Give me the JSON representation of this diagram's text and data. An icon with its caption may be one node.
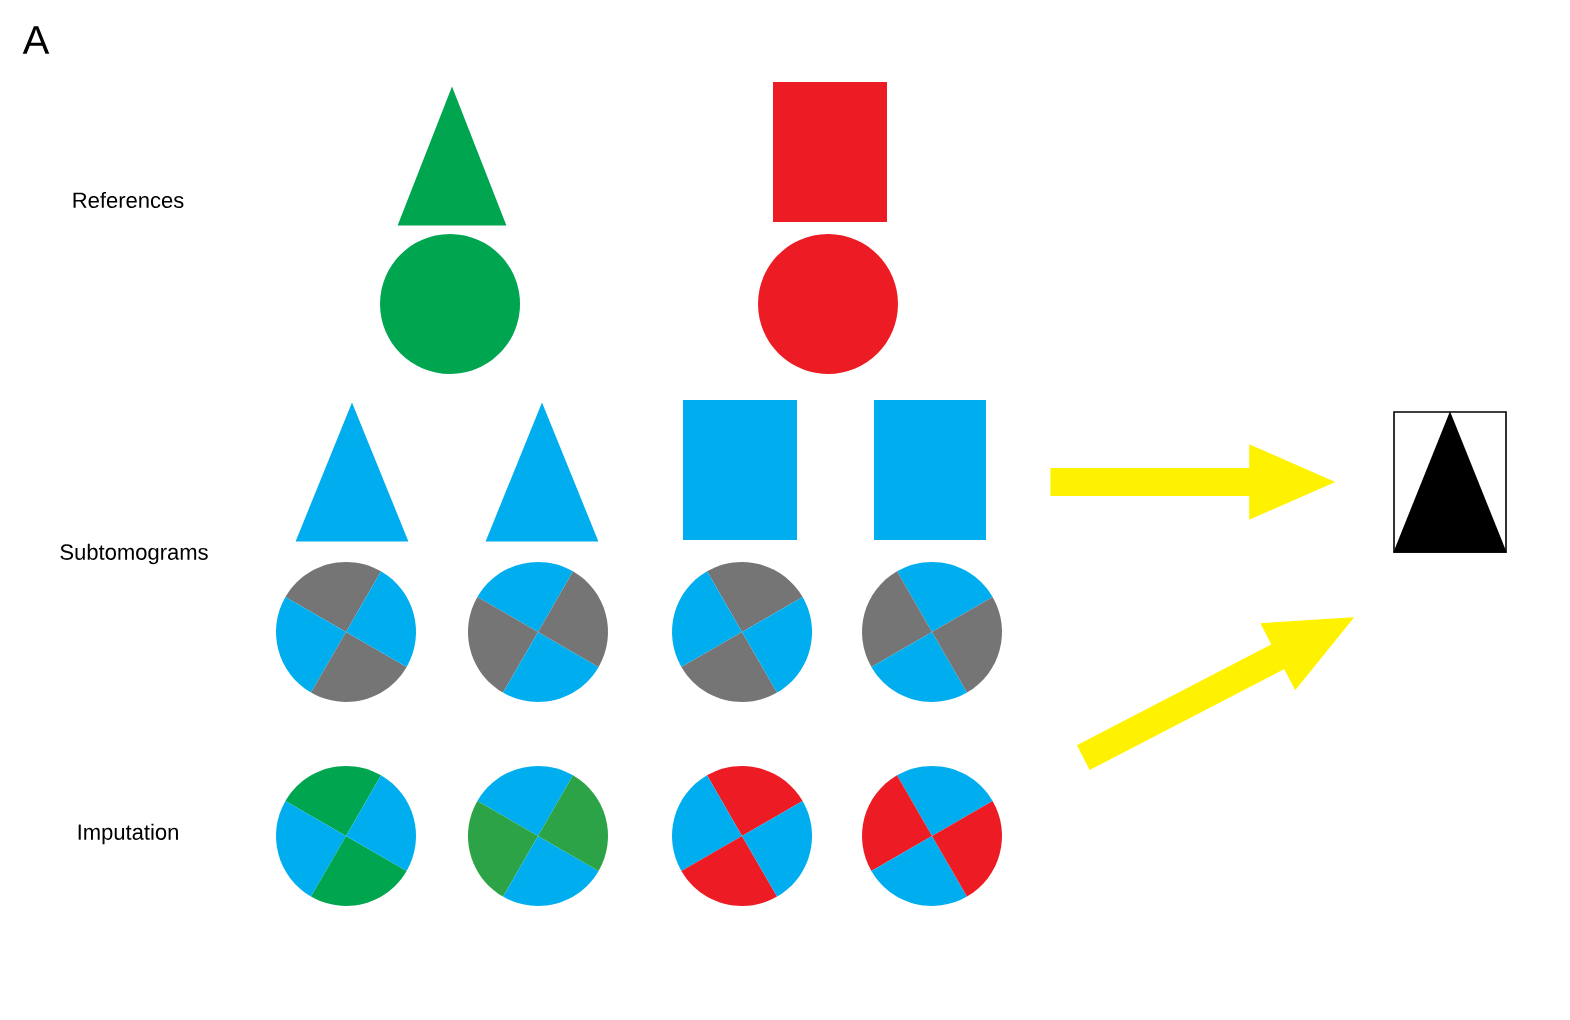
{
  "diagram": {
    "nodes": [
      {
        "text": [],
        "shape": "triangle"
      },
      {
        "text": [],
        "shape": "box"
      },
      {
        "text": [],
        "shape": "circle"
      },
      {
        "text": [],
        "shape": "circle"
      },
      {
        "text": [],
        "shape": "triangle"
      },
      {
        "text": [],
        "shape": "triangle"
      },
      {
        "text": [],
        "shape": "box"
      },
      {
        "text": [],
        "shape": "box"
      },
      {
        "text": [],
        "shape": "circle"
      },
      {
        "text": [],
        "shape": "circle"
      },
      {
        "text": [],
        "shape": "circle"
      },
      {
        "text": [],
        "shape": "circle"
      },
      {
        "text": [],
        "shape": "circle"
      },
      {
        "text": [],
        "shape": "circle"
      },
      {
        "text": [],
        "shape": "circle"
      },
      {
        "text": [],
        "shape": "circle"
      },
      {
        "text": [],
        "shape": "box"
      }
    ],
    "edges": [
      {
        "from": 7,
        "to": 16,
        "arrow": "to"
      },
      {
        "from": 15,
        "to": 16,
        "arrow": "to"
      }
    ],
    "labels": [
      "A",
      "References",
      "Subtomograms",
      "Imputation"
    ]
  }
}
